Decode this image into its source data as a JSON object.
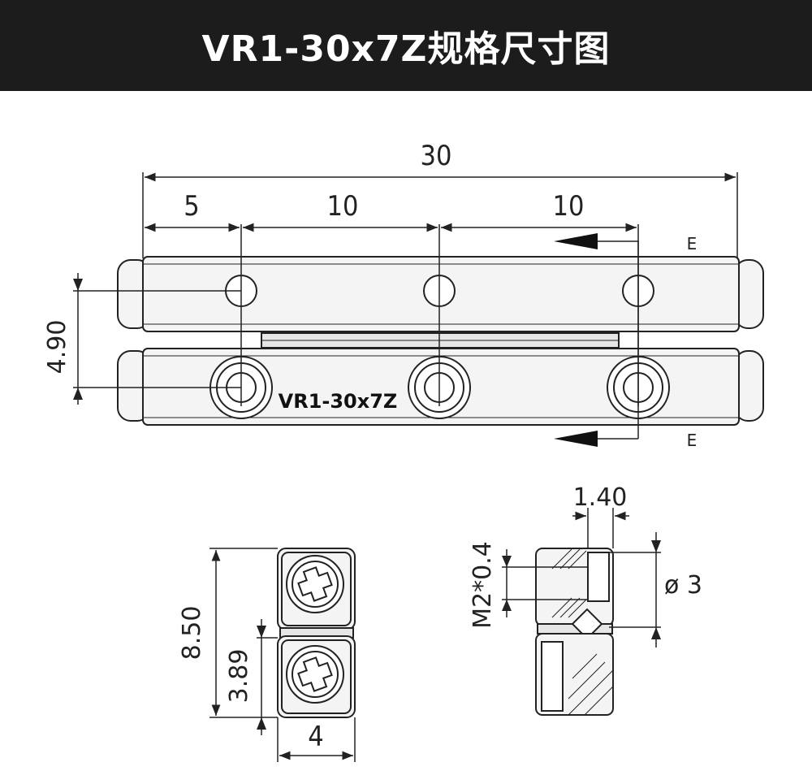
{
  "title": "VR1-30x7Z规格尺寸图",
  "top_view": {
    "overall_length": "30",
    "pitch_start": "5",
    "pitch_mid": "10",
    "pitch_end": "10",
    "hole_offset": "4.90",
    "part_label": "VR1-30x7Z",
    "section_mark_top": "E",
    "section_mark_bottom": "E"
  },
  "end_view": {
    "height": "8.50",
    "rail_height": "3.89",
    "width": "4"
  },
  "section_view": {
    "width": "1.40",
    "thread": "M2*0.4",
    "diameter": "ø 3"
  },
  "colors": {
    "header_bg": "#1c1c1c",
    "line": "#222222",
    "fill": "#f4f4f4",
    "shade": "#9a9a9a"
  }
}
